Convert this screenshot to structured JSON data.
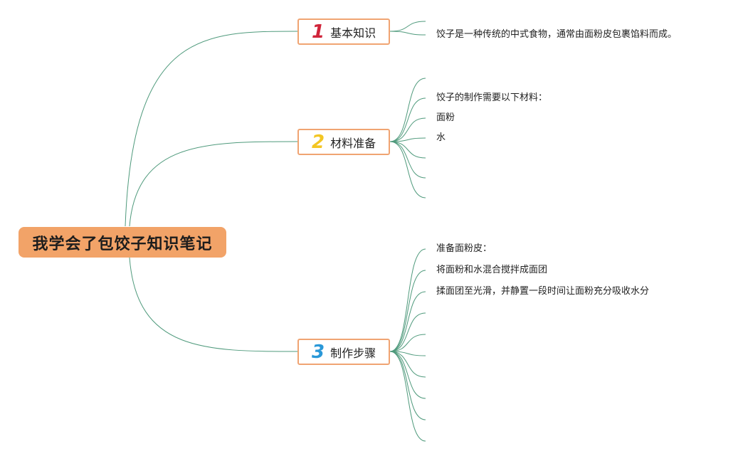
{
  "root": {
    "title": "我学会了包饺子知识笔记"
  },
  "branches": [
    {
      "number": "1",
      "label": "基本知识",
      "number_color": "#d0243a",
      "leaves": [
        "",
        "饺子是一种传统的中式食物，通常由面粉皮包裹馅料而成。"
      ]
    },
    {
      "number": "2",
      "label": "材料准备",
      "number_color": "#f3c623",
      "leaves": [
        "",
        "饺子的制作需要以下材料：",
        "面粉",
        "水",
        "",
        "",
        ""
      ]
    },
    {
      "number": "3",
      "label": "制作步骤",
      "number_color": "#2a98d8",
      "leaves": [
        "准备面粉皮：",
        "将面粉和水混合搅拌成面团",
        "揉面团至光滑，并静置一段时间让面粉充分吸收水分",
        "",
        "",
        "",
        "",
        "",
        "",
        ""
      ]
    }
  ],
  "colors": {
    "connector": "#4f9a7c",
    "root_fill": "#f2a368",
    "branch_border": "#f0a472"
  }
}
